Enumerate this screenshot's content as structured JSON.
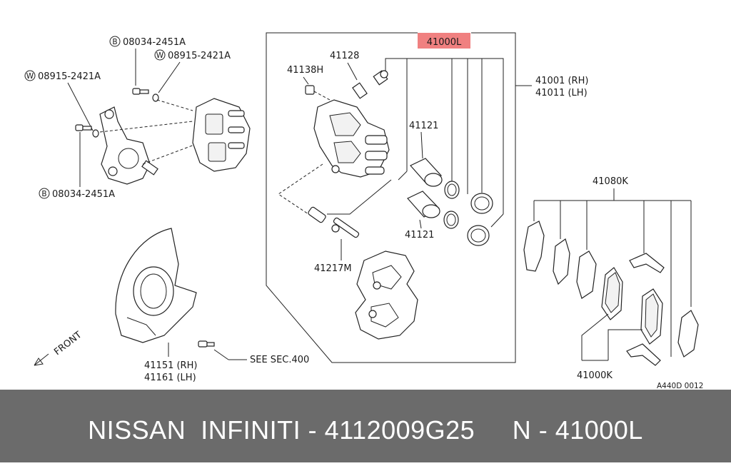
{
  "diagram": {
    "highlight_color": "#f08080",
    "footer_color": "#6b6b6b",
    "labels": {
      "highlighted_part": "41000L",
      "bolt_b_top": "08034-2451A",
      "washer_w_top": "08915-2421A",
      "washer_w_left": "08915-2421A",
      "bolt_b_bottom": "08034-2451A",
      "bleeder_41128": "41128",
      "bleeder_cap": "41138H",
      "caliper_rh": "41001 (RH)",
      "caliper_lh": "41011 (LH)",
      "piston_upper": "41121",
      "piston_lower": "41121",
      "pin_bolt": "41217M",
      "pad_kit": "41080K",
      "pad_set": "41000K",
      "shield_rh": "41151 (RH)",
      "shield_lh": "41161 (LH)",
      "see_sec": "SEE SEC.400",
      "front": "FRONT",
      "diagram_code": "A440D 0012",
      "circle_b": "B",
      "circle_w": "W"
    }
  },
  "footer": {
    "text": "NISSAN  INFINITI - 4112009G25     N - 41000L"
  }
}
